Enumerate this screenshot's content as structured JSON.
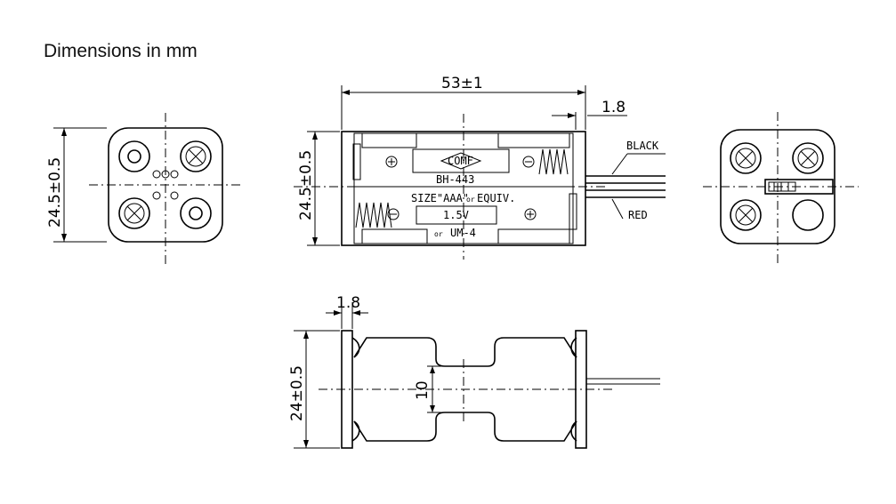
{
  "title": "Dimensions in mm",
  "dimensions": {
    "left_height": "24.5±0.5",
    "center_width": "53±1",
    "center_height": "24.5±0.5",
    "tab": "1.8",
    "bottom_tab": "1.8",
    "bottom_height": "24±0.5",
    "bottom_inner": "10"
  },
  "wires": {
    "black": "BLACK",
    "red": "RED"
  },
  "body_text": {
    "brand": "COMF",
    "model": "BH-443",
    "size": "SIZE\"AAA\"",
    "or1": "or",
    "equiv": "EQUIV.",
    "voltage": "1.5V",
    "or2": "or",
    "um": "UM-4"
  }
}
